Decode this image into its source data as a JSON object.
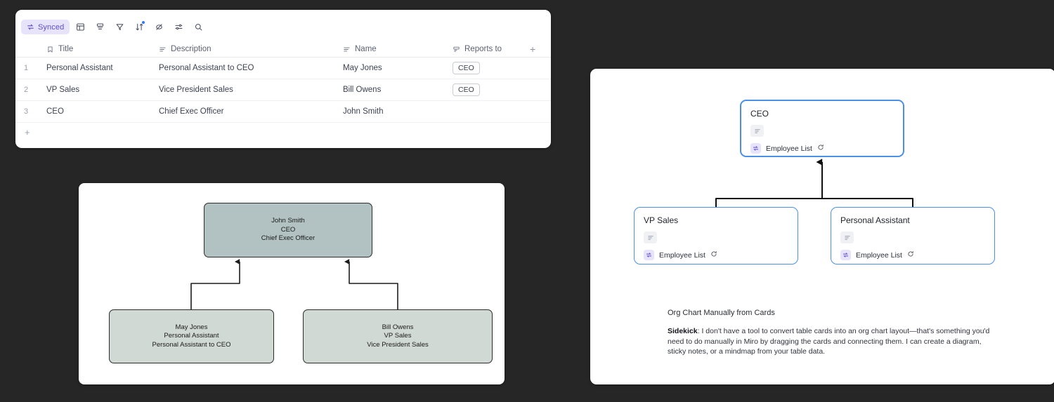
{
  "table": {
    "toolbar": {
      "synced_label": "Synced",
      "buttons": [
        {
          "name": "layout-icon",
          "title": "Layout"
        },
        {
          "name": "group-icon",
          "title": "Group"
        },
        {
          "name": "filter-icon",
          "title": "Filter"
        },
        {
          "name": "sort-icon",
          "title": "Sort",
          "dot": true
        },
        {
          "name": "hide-fields-icon",
          "title": "Hide fields"
        },
        {
          "name": "settings-sliders-icon",
          "title": "Settings"
        },
        {
          "name": "search-icon",
          "title": "Search"
        }
      ]
    },
    "columns": [
      {
        "label": "Title",
        "icon": "bookmark-icon"
      },
      {
        "label": "Description",
        "icon": "text-lines-icon"
      },
      {
        "label": "Name",
        "icon": "text-lines-icon"
      },
      {
        "label": "Reports to",
        "icon": "card-link-icon"
      }
    ],
    "add_column_label": "+",
    "add_row_label": "+",
    "rows": [
      {
        "num": "1",
        "title": "Personal Assistant",
        "description": "Personal Assistant to CEO",
        "name": "May Jones",
        "reports_to": "CEO"
      },
      {
        "num": "2",
        "title": "VP Sales",
        "description": "Vice President Sales",
        "name": "Bill Owens",
        "reports_to": "CEO"
      },
      {
        "num": "3",
        "title": "CEO",
        "description": "Chief Exec Officer",
        "name": "John Smith",
        "reports_to": ""
      }
    ]
  },
  "diagram": {
    "root": {
      "line1": "John Smith",
      "line2": "CEO",
      "line3": "Chief Exec Officer"
    },
    "child_left": {
      "line1": "May Jones",
      "line2": "Personal Assistant",
      "line3": "Personal Assistant to CEO"
    },
    "child_right": {
      "line1": "Bill Owens",
      "line2": "VP Sales",
      "line3": "Vice President Sales"
    },
    "colors": {
      "root_fill": "#b2c2c2",
      "child_fill": "#d1d9d5",
      "stroke": "#2b2b2b"
    }
  },
  "canvas": {
    "cards": [
      {
        "title": "CEO",
        "source": "Employee List",
        "selected": true
      },
      {
        "title": "VP Sales",
        "source": "Employee List",
        "selected": false
      },
      {
        "title": "Personal Assistant",
        "source": "Employee List",
        "selected": false
      }
    ],
    "note": {
      "title": "Org Chart Manually from Cards",
      "speaker": "Sidekick",
      "body": ": I don't have a tool to convert table cards into an org chart layout—that's something you'd need to do manually in Miro by dragging the cards and connecting them. I can create a diagram, sticky notes, or a mindmap from your table data."
    },
    "colors": {
      "card_border": "#4a90e8",
      "accent": "#5b4ed1"
    }
  }
}
